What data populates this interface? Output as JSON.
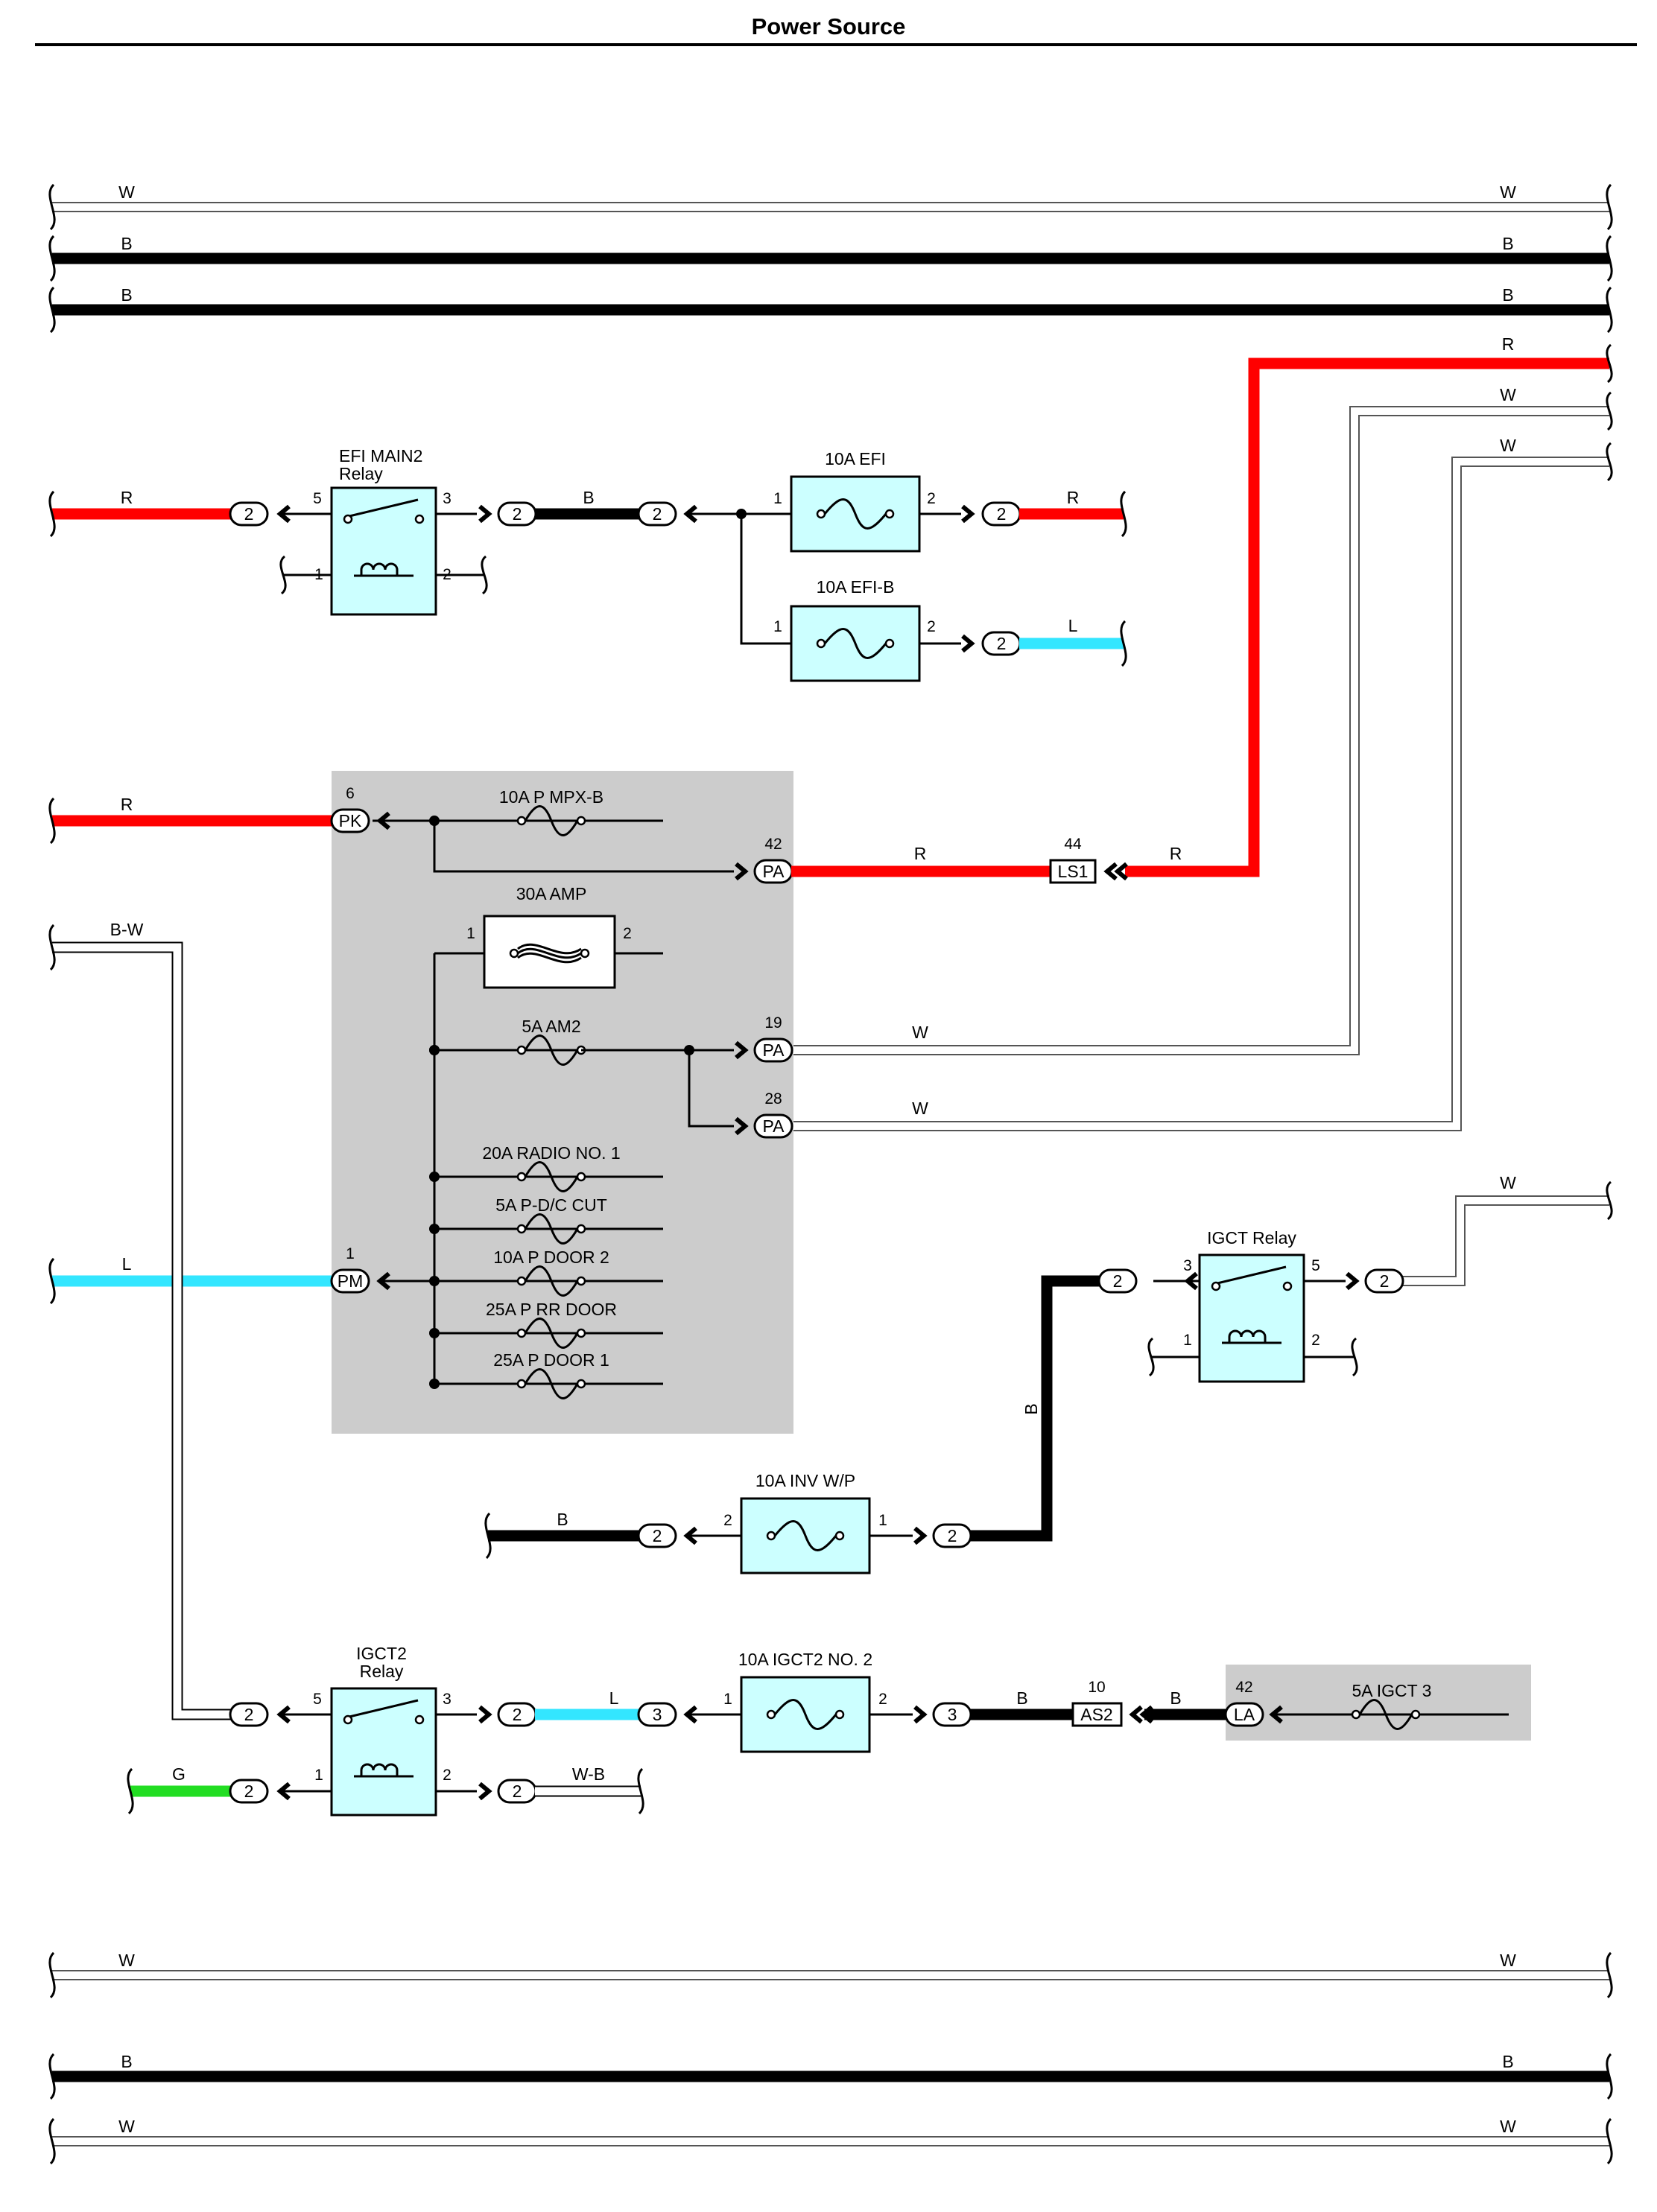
{
  "title": "Power Source",
  "colors": {
    "red": "#ff0000",
    "black": "#000000",
    "blue": "#33e6ff",
    "green": "#22dd22",
    "box": "#ccffff",
    "shade": "#cccccc"
  },
  "wire_labels": {
    "top1_l": "W",
    "top1_r": "W",
    "top2_l": "B",
    "top2_r": "B",
    "top3_l": "B",
    "top3_r": "B",
    "r_right": "R",
    "w_right1": "W",
    "w_right2": "W",
    "w_right3": "W",
    "efi_left": "R",
    "efi_mid": "B",
    "efi_out": "R",
    "efib_out": "L",
    "jb_r": "R",
    "bw": "B-W",
    "jb_l": "L",
    "pa42_r": "R",
    "ls1_r": "R",
    "pa19_w": "W",
    "pa28_w": "W",
    "igct_b": "B",
    "inv_b": "B",
    "igct2_l": "L",
    "igct2_g": "G",
    "igct2_wb": "W-B",
    "as2_b": "B",
    "la_b": "B",
    "bot1_l": "W",
    "bot1_r": "W",
    "bot2_l": "B",
    "bot2_r": "B",
    "bot3_l": "W",
    "bot3_r": "W"
  },
  "components": {
    "efi_main2": {
      "line1": "EFI MAIN2",
      "line2": "Relay",
      "p5": "5",
      "p3": "3",
      "p1": "1",
      "p2": "2"
    },
    "efi": {
      "name": "10A EFI",
      "p1": "1",
      "p2": "2"
    },
    "efi_b": {
      "name": "10A EFI-B",
      "p1": "1",
      "p2": "2"
    },
    "inv_wp": {
      "name": "10A INV W/P",
      "p1": "1",
      "p2": "2"
    },
    "igct_relay": {
      "name": "IGCT Relay",
      "p3": "3",
      "p5": "5",
      "p1": "1",
      "p2": "2"
    },
    "igct2_relay": {
      "line1": "IGCT2",
      "line2": "Relay",
      "p5": "5",
      "p3": "3",
      "p1": "1",
      "p2": "2"
    },
    "igct2_no2": {
      "name": "10A IGCT2 NO. 2",
      "p1": "1",
      "p2": "2"
    },
    "igct3": {
      "name": "5A IGCT 3"
    }
  },
  "junction_box": {
    "fuses": [
      "10A P MPX-B",
      "30A AMP",
      "5A AM2",
      "20A RADIO NO. 1",
      "5A P-D/C CUT",
      "10A P DOOR 2",
      "25A P RR DOOR",
      "25A P DOOR 1"
    ],
    "amp_p1": "1",
    "amp_p2": "2"
  },
  "connectors": {
    "pk": {
      "name": "PK",
      "pin": "6"
    },
    "pa42": {
      "name": "PA",
      "pin": "42"
    },
    "pa19": {
      "name": "PA",
      "pin": "19"
    },
    "pa28": {
      "name": "PA",
      "pin": "28"
    },
    "pm": {
      "name": "PM",
      "pin": "1"
    },
    "ls1": {
      "name": "LS1",
      "pin": "44"
    },
    "as2": {
      "name": "AS2",
      "pin": "10"
    },
    "la": {
      "name": "LA",
      "pin": "42"
    },
    "two": "2",
    "three": "3"
  }
}
